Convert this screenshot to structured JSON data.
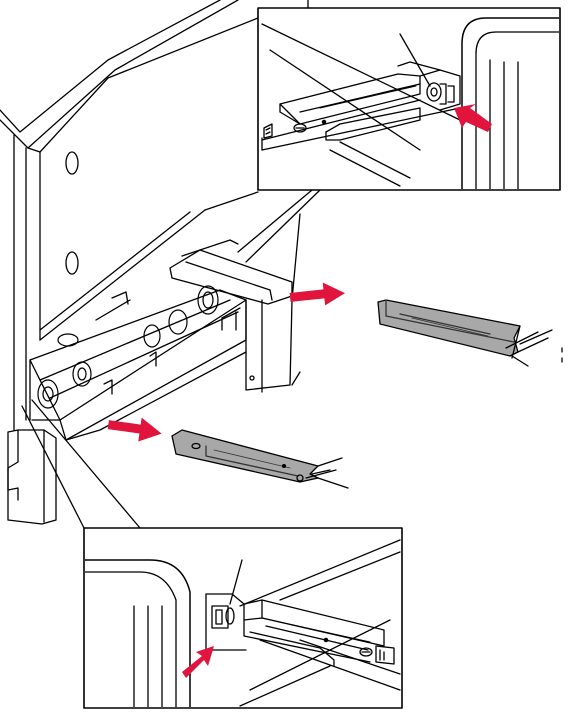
{
  "figure": {
    "callouts": [
      {
        "id": "top",
        "label": ""
      },
      {
        "id": "bottom",
        "label": ""
      }
    ],
    "rail_parts": [
      "upper-rail",
      "lower-rail"
    ],
    "colors": {
      "line": "#000000",
      "arrow": "#e0143c",
      "rail_fill": "#a8a8a8",
      "background": "#ffffff"
    }
  }
}
